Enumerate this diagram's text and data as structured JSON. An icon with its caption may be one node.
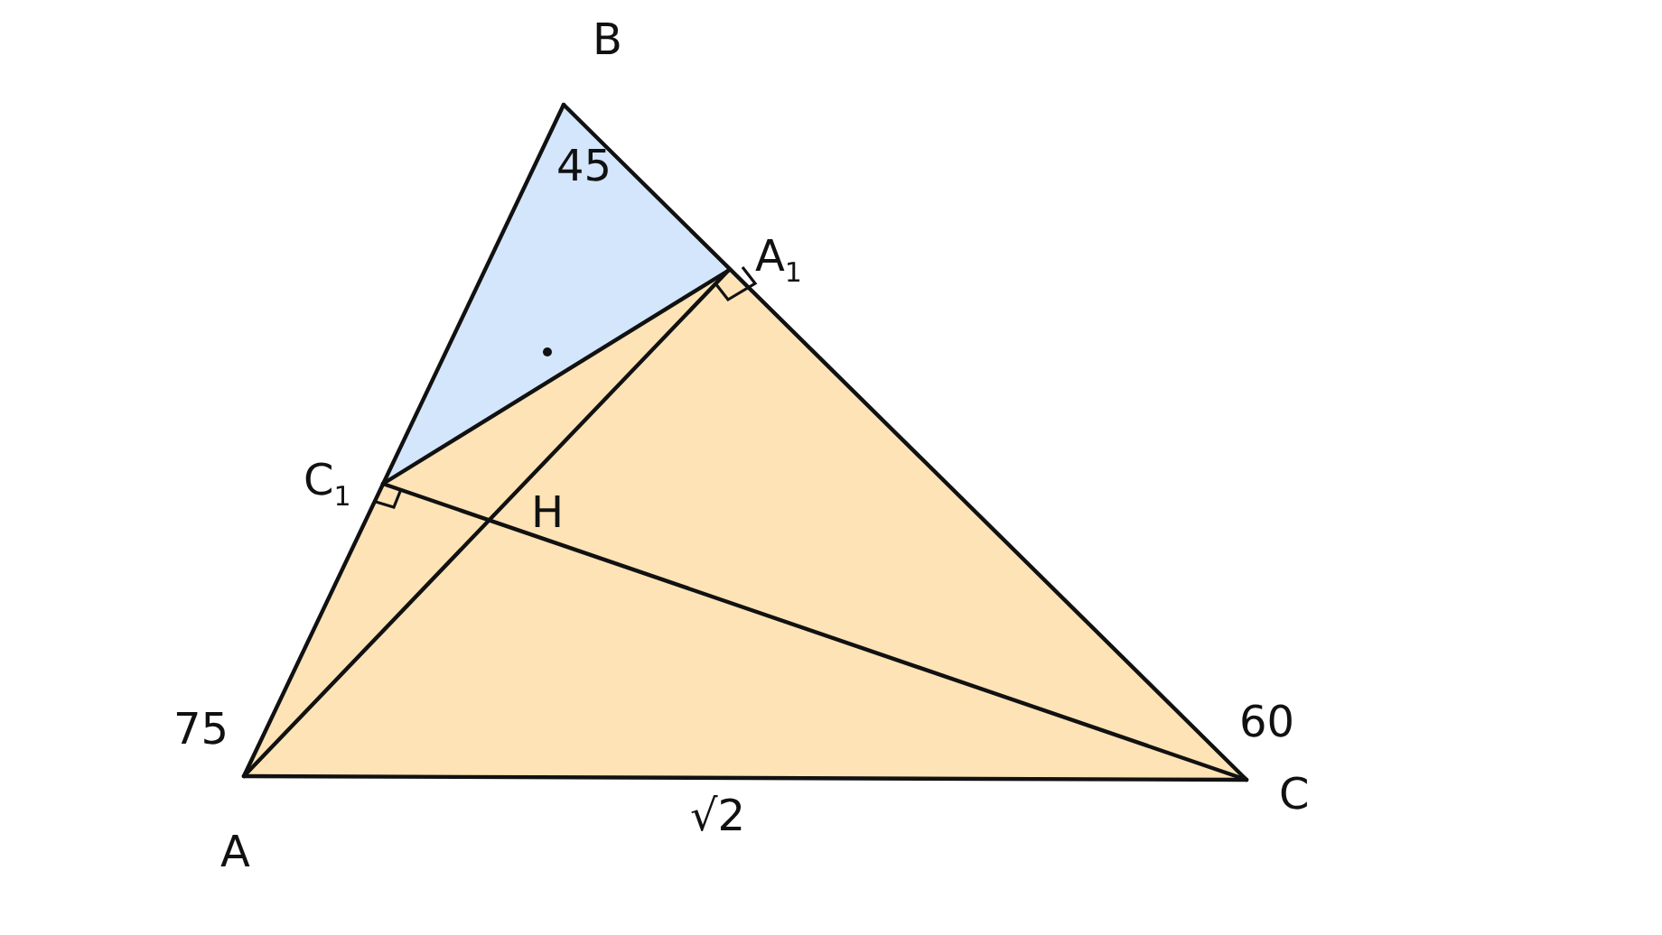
{
  "diagram": {
    "labels": [
      "B",
      "45",
      "A$_{1}$",
      "C$_{1}$",
      "H",
      "75",
      "60",
      "A",
      "√2",
      "C"
    ]
  }
}
